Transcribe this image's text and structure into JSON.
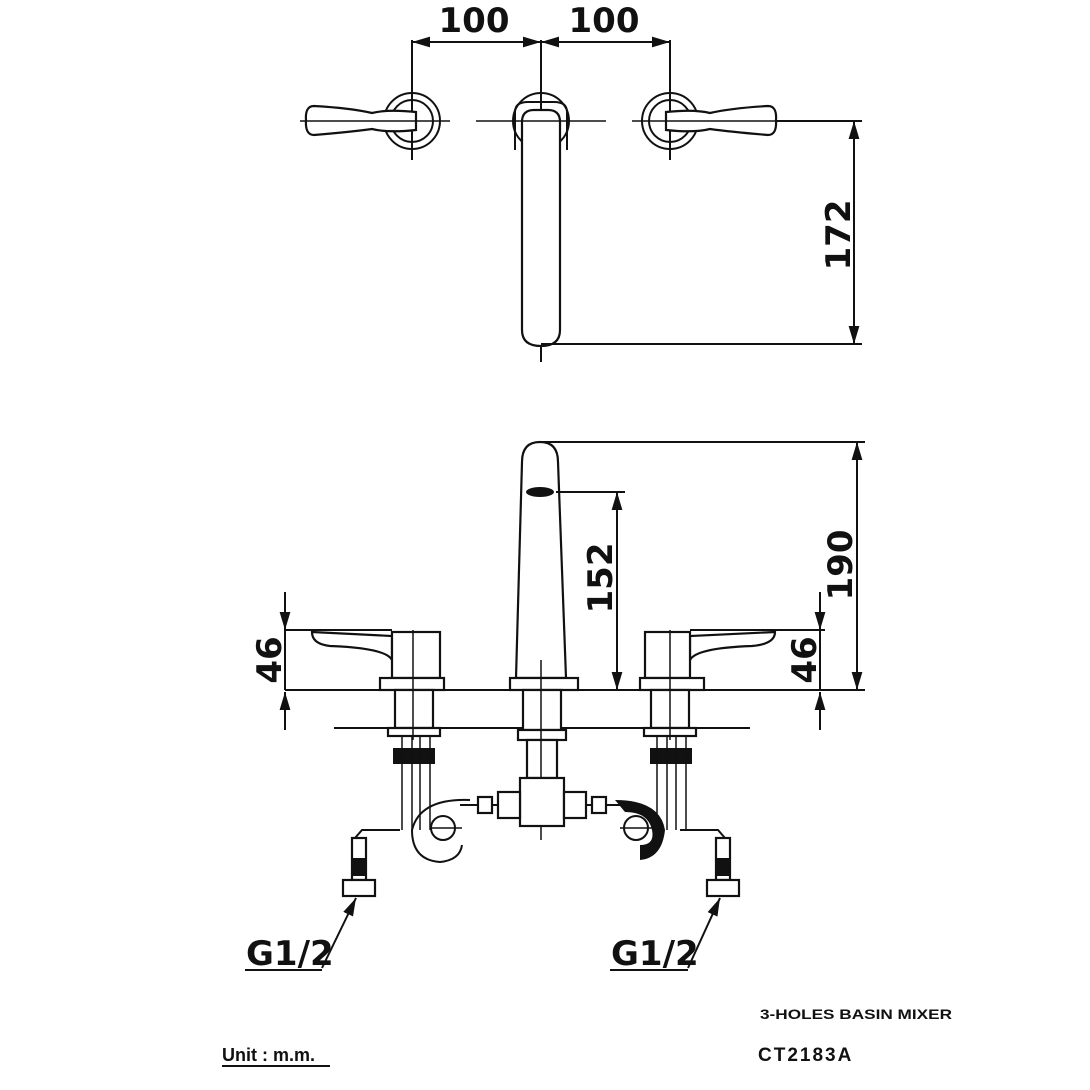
{
  "drawing": {
    "dimensions": {
      "left_spacing": "100",
      "right_spacing": "100",
      "spout_reach": "172",
      "outlet_height": "152",
      "overall_height": "190",
      "left_handle_height": "46",
      "right_handle_height": "46"
    },
    "connections": {
      "left_inlet": "G1/2",
      "right_inlet": "G1/2"
    }
  },
  "title_block": {
    "product_name": "3-HOLES BASIN MIXER",
    "model": "CT2183A",
    "unit": "Unit : m.m."
  }
}
